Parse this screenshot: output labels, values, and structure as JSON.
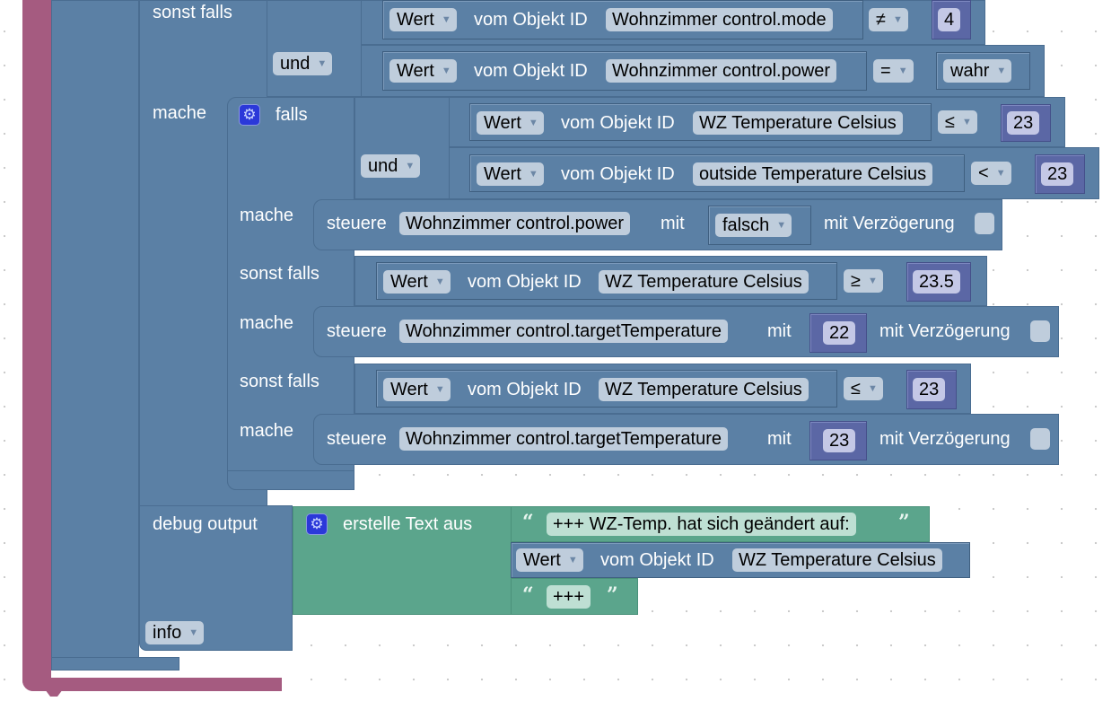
{
  "workspace": {
    "blocks": {
      "elseif_outer": {
        "label_sonst_falls": "sonst falls",
        "label_mache": "mache",
        "logic_op": "und",
        "cond1": {
          "prop": "Wert",
          "mid": "vom Objekt ID",
          "object": "Wohnzimmer control.mode",
          "op": "≠",
          "value": "4"
        },
        "cond2": {
          "prop": "Wert",
          "mid": "vom Objekt ID",
          "object": "Wohnzimmer control.power",
          "op": "=",
          "value": "wahr"
        }
      },
      "inner_if": {
        "label_falls": "falls",
        "logic_op": "und",
        "cond1": {
          "prop": "Wert",
          "mid": "vom Objekt ID",
          "object": "WZ Temperature Celsius",
          "op": "≤",
          "value": "23"
        },
        "cond2": {
          "prop": "Wert",
          "mid": "vom Objekt ID",
          "object": "outside Temperature Celsius",
          "op": "<",
          "value": "23"
        },
        "do1": {
          "label_mache": "mache",
          "verb": "steuere",
          "object": "Wohnzimmer control.power",
          "with": "mit",
          "value": "falsch",
          "delay": "mit Verzögerung",
          "delay_checked": false
        },
        "elseif1": {
          "label": "sonst falls",
          "prop": "Wert",
          "mid": "vom Objekt ID",
          "object": "WZ Temperature Celsius",
          "op": "≥",
          "value": "23.5"
        },
        "do2": {
          "label_mache": "mache",
          "verb": "steuere",
          "object": "Wohnzimmer control.targetTemperature",
          "with": "mit",
          "value": "22",
          "delay": "mit Verzögerung",
          "delay_checked": false
        },
        "elseif2": {
          "label": "sonst falls",
          "prop": "Wert",
          "mid": "vom Objekt ID",
          "object": "WZ Temperature Celsius",
          "op": "≤",
          "value": "23"
        },
        "do3": {
          "label_mache": "mache",
          "verb": "steuere",
          "object": "Wohnzimmer control.targetTemperature",
          "with": "mit",
          "value": "23",
          "delay": "mit Verzögerung",
          "delay_checked": false
        }
      },
      "debug": {
        "label": "debug output",
        "level": "info",
        "text_join": {
          "label": "erstelle Text aus",
          "part1": "+++ WZ-Temp. hat sich geändert auf:",
          "part2": {
            "prop": "Wert",
            "mid": "vom Objekt ID",
            "object": "WZ Temperature Celsius"
          },
          "part3": "+++"
        }
      }
    },
    "icons": {
      "gear": "⚙",
      "dropdown_arrow": "▼",
      "quote_open": "“",
      "quote_close": "”"
    }
  }
}
